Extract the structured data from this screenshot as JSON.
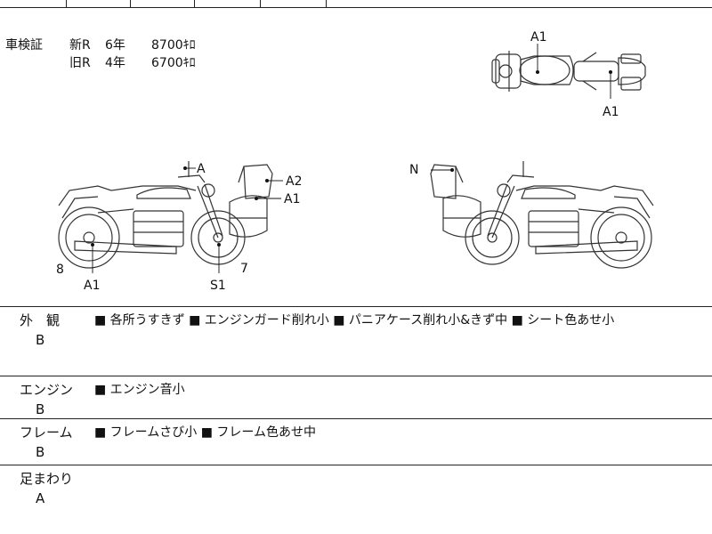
{
  "registration": {
    "label": "車検証",
    "rows": [
      {
        "name": "新R",
        "term": "6年",
        "cost": "8700ｷﾛ"
      },
      {
        "name": "旧R",
        "term": "4年",
        "cost": "6700ｷﾛ"
      }
    ]
  },
  "markers": {
    "top_a1_upper": "A1",
    "top_a1_lower": "A1",
    "left_a": "A",
    "left_a2": "A2",
    "left_a1_case": "A1",
    "left_8": "8",
    "left_a1_rear": "A1",
    "left_s1": "S1",
    "left_7": "7",
    "right_n": "N"
  },
  "sections": [
    {
      "title": "外　観",
      "grade": "B",
      "notes": "■ 各所うすきず ■ エンジンガード削れ小 ■ パニアケース削れ小&きず中 ■ シート色あせ小"
    },
    {
      "title": "エンジン",
      "grade": "B",
      "notes": "■ エンジン音小"
    },
    {
      "title": "フレーム",
      "grade": "B",
      "notes": "■ フレームさび小 ■ フレーム色あせ中"
    },
    {
      "title": "足まわり",
      "grade": "A",
      "notes": ""
    }
  ]
}
